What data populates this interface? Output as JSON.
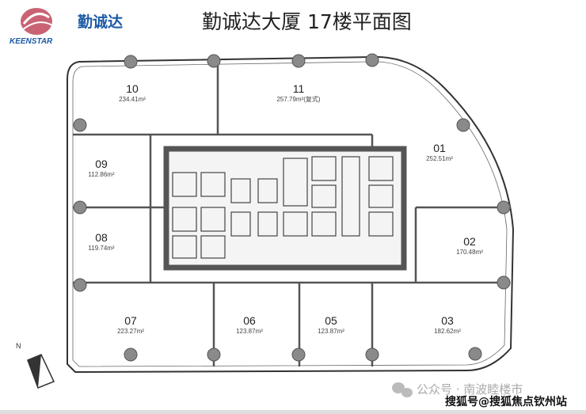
{
  "header": {
    "brand_cn": "勤诚达",
    "brand_en": "KEENSTAR",
    "title": "勤诚达大厦 17楼平面图"
  },
  "units": [
    {
      "no": "10",
      "area": "234.41m²"
    },
    {
      "no": "11",
      "area": "257.79m²(复式)"
    },
    {
      "no": "09",
      "area": "112.86m²"
    },
    {
      "no": "08",
      "area": "119.74m²"
    },
    {
      "no": "01",
      "area": "252.51m²"
    },
    {
      "no": "02",
      "area": "170.48m²"
    },
    {
      "no": "07",
      "area": "223.27m²"
    },
    {
      "no": "06",
      "area": "123.87m²"
    },
    {
      "no": "05",
      "area": "123.87m²"
    },
    {
      "no": "03",
      "area": "182.62m²"
    }
  ],
  "compass": {
    "label": "N"
  },
  "watermarks": {
    "wechat": "公众号 · 南波睦楼市",
    "sohu": "搜狐号@搜狐焦点钦州站"
  },
  "colors": {
    "brand": "#1d5aa6",
    "logo": "#c0485a",
    "core": "#555555",
    "column": "#8a8a8a"
  }
}
